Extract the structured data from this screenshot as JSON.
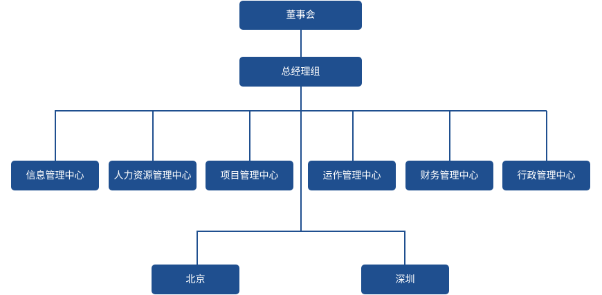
{
  "org_chart": {
    "board": "董事会",
    "general_manager_group": "总经理组",
    "centers": [
      "信息管理中心",
      "人力资源管理中心",
      "项目管理中心",
      "运作管理中心",
      "财务管理中心",
      "行政管理中心"
    ],
    "branches": [
      "北京",
      "深圳"
    ]
  },
  "colors": {
    "node_fill": "#1f4f8f",
    "connector": "#1f4f8f",
    "text": "#ffffff",
    "background": "#ffffff"
  }
}
